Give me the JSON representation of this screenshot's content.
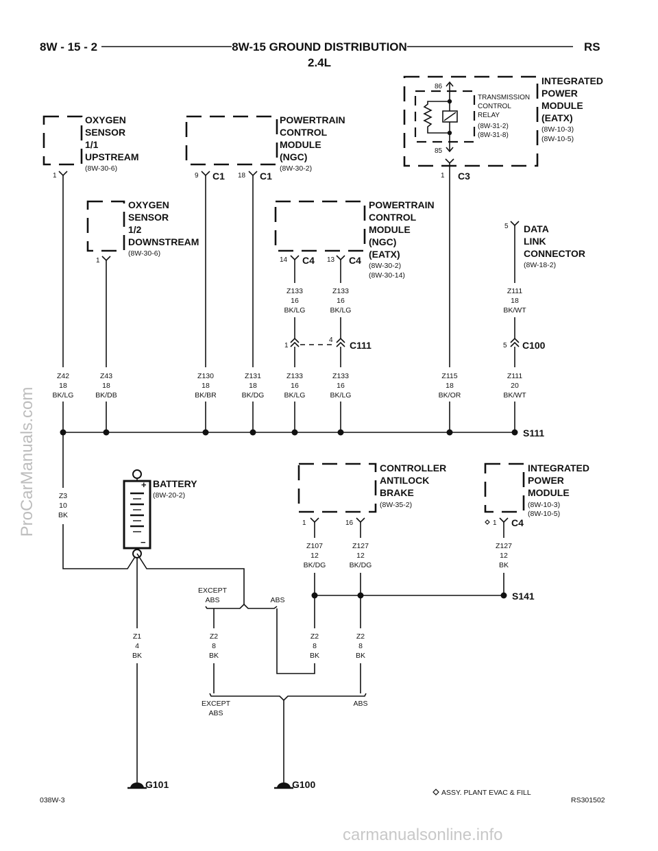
{
  "header": {
    "left": "8W - 15 - 2",
    "title": "8W-15 GROUND DISTRIBUTION",
    "subtitle": "2.4L",
    "right": "RS"
  },
  "components": {
    "o2_up": {
      "lines": [
        "OXYGEN",
        "SENSOR",
        "1/1",
        "UPSTREAM"
      ],
      "ref": "(8W-30-6)",
      "pin": "1"
    },
    "pcm_top": {
      "lines": [
        "POWERTRAIN",
        "CONTROL",
        "MODULE",
        "(NGC)"
      ],
      "ref": "(8W-30-2)",
      "pin_a": "9",
      "conn_a": "C1",
      "pin_b": "18",
      "conn_b": "C1"
    },
    "ipm_top": {
      "lines": [
        "INTEGRATED",
        "POWER",
        "MODULE",
        "(EATX)"
      ],
      "refs": [
        "(8W-10-3)",
        "(8W-10-5)"
      ],
      "pin": "1",
      "conn": "C3"
    },
    "tcr": {
      "lines": [
        "TRANSMISSION",
        "CONTROL",
        "RELAY"
      ],
      "refs": [
        "(8W-31-2)",
        "(8W-31-8)"
      ],
      "pin_top": "86",
      "pin_bottom": "85"
    },
    "o2_down": {
      "lines": [
        "OXYGEN",
        "SENSOR",
        "1/2",
        "DOWNSTREAM"
      ],
      "ref": "(8W-30-6)",
      "pin": "1"
    },
    "pcm_mid": {
      "lines": [
        "POWERTRAIN",
        "CONTROL",
        "MODULE",
        "(NGC)",
        "(EATX)"
      ],
      "refs": [
        "(8W-30-2)",
        "(8W-30-14)"
      ],
      "pin_a": "14",
      "conn_a": "C4",
      "pin_b": "13",
      "conn_b": "C4"
    },
    "dlc": {
      "lines": [
        "DATA",
        "LINK",
        "CONNECTOR"
      ],
      "ref": "(8W-18-2)",
      "pin": "5"
    },
    "battery": {
      "title": "BATTERY",
      "ref": "(8W-20-2)",
      "plus": "+",
      "minus": "−"
    },
    "cab": {
      "lines": [
        "CONTROLLER",
        "ANTILOCK",
        "BRAKE"
      ],
      "ref": "(8W-35-2)",
      "pin_a": "1",
      "pin_b": "16"
    },
    "ipm_low": {
      "lines": [
        "INTEGRATED",
        "POWER",
        "MODULE"
      ],
      "refs": [
        "(8W-10-3)",
        "(8W-10-5)"
      ],
      "pin": "1",
      "conn": "C4"
    }
  },
  "connectors": {
    "c111": {
      "name": "C111",
      "pin_a": "1",
      "pin_b": "4"
    },
    "c100": {
      "name": "C100",
      "pin": "5"
    }
  },
  "wires": {
    "z133_a_up": [
      "Z133",
      "16",
      "BK/LG"
    ],
    "z133_b_up": [
      "Z133",
      "16",
      "BK/LG"
    ],
    "z111_up": [
      "Z111",
      "18",
      "BK/WT"
    ],
    "z42": [
      "Z42",
      "18",
      "BK/LG"
    ],
    "z43": [
      "Z43",
      "18",
      "BK/DB"
    ],
    "z130": [
      "Z130",
      "18",
      "BK/BR"
    ],
    "z131": [
      "Z131",
      "18",
      "BK/DG"
    ],
    "z133_a_low": [
      "Z133",
      "16",
      "BK/LG"
    ],
    "z133_b_low": [
      "Z133",
      "16",
      "BK/LG"
    ],
    "z115": [
      "Z115",
      "18",
      "BK/OR"
    ],
    "z111_low": [
      "Z111",
      "20",
      "BK/WT"
    ],
    "z3": [
      "Z3",
      "10",
      "BK"
    ],
    "z107": [
      "Z107",
      "12",
      "BK/DG"
    ],
    "z127_a": [
      "Z127",
      "12",
      "BK/DG"
    ],
    "z127_b": [
      "Z127",
      "12",
      "BK"
    ],
    "z1": [
      "Z1",
      "4",
      "BK"
    ],
    "z2_a": [
      "Z2",
      "8",
      "BK"
    ],
    "z2_b": [
      "Z2",
      "8",
      "BK"
    ],
    "z2_c": [
      "Z2",
      "8",
      "BK"
    ]
  },
  "splices": {
    "s111": "S111",
    "s141": "S141"
  },
  "options": {
    "except_top": [
      "EXCEPT",
      "ABS"
    ],
    "abs_top": "ABS",
    "except_bottom": [
      "EXCEPT",
      "ABS"
    ],
    "abs_bottom": "ABS"
  },
  "grounds": {
    "g101": "G101",
    "g100": "G100"
  },
  "footer": {
    "left": "038W-3",
    "note": "ASSY. PLANT EVAC & FILL",
    "right": "RS301502"
  },
  "watermarks": {
    "side": "ProCarManuals.com",
    "bottom": "carmanualsonline.info"
  }
}
